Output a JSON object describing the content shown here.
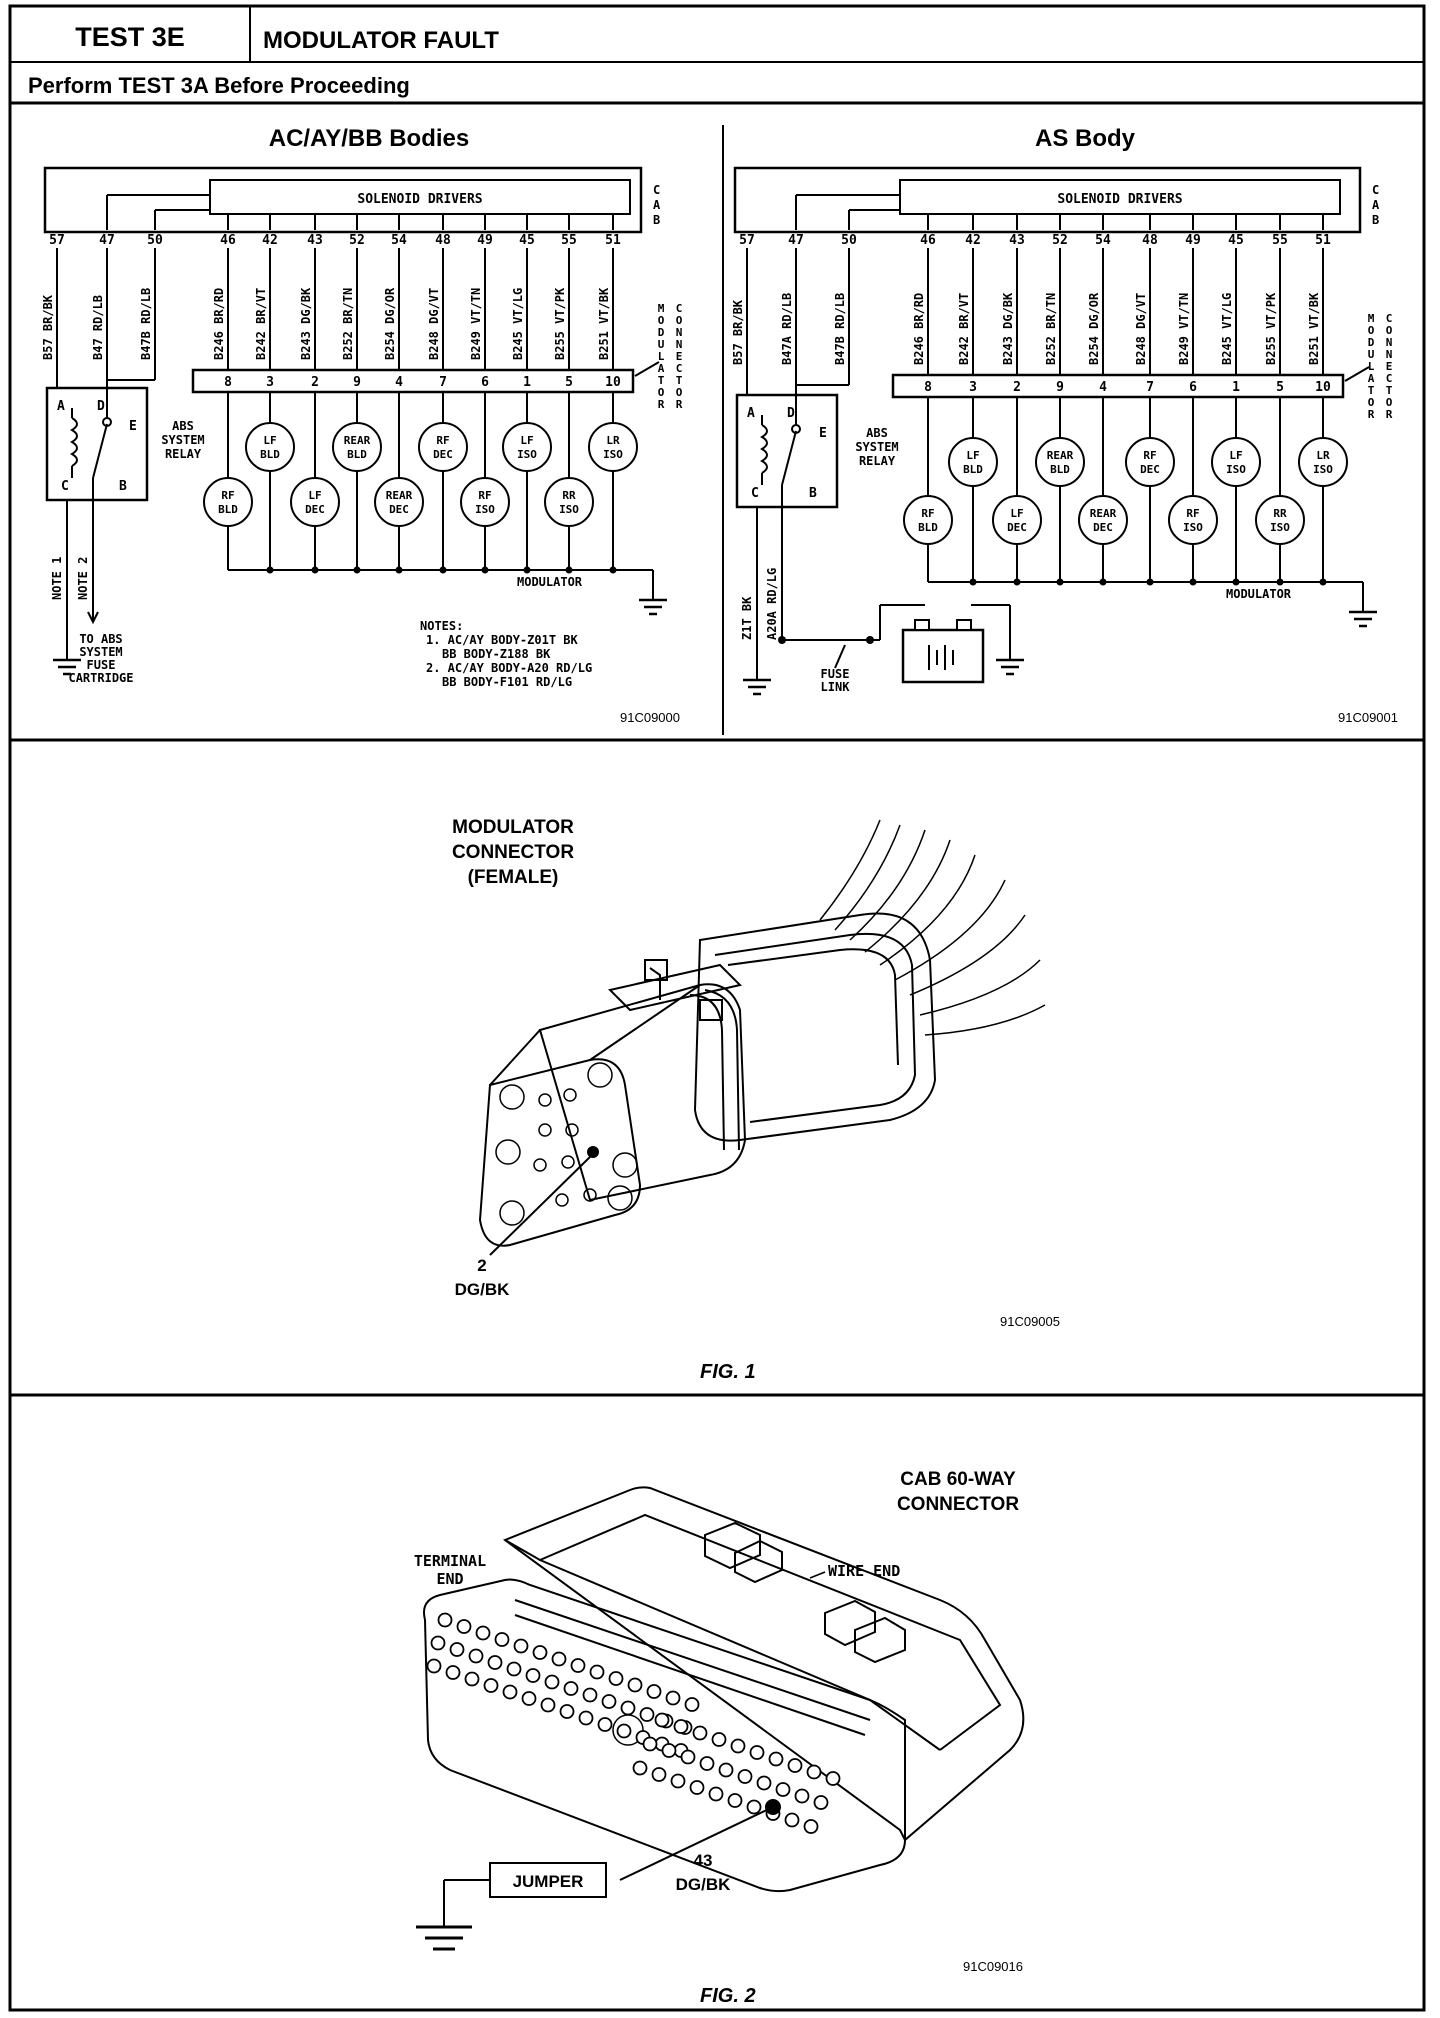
{
  "header": {
    "test_id": "TEST 3E",
    "title": "MODULATOR FAULT",
    "subtitle": "Perform TEST 3A Before Proceeding"
  },
  "schematics": [
    {
      "title": "AC/AY/BB Bodies",
      "cab_label": "SOLENOID DRIVERS",
      "cab_side": [
        "C",
        "A",
        "B"
      ],
      "cab_pins": [
        "57",
        "47",
        "50",
        "46",
        "42",
        "43",
        "52",
        "54",
        "48",
        "49",
        "45",
        "55",
        "51"
      ],
      "wires": [
        "B57 BR/BK",
        "B47 RD/LB",
        "B47B RD/LB",
        "B246 BR/RD",
        "B242 BR/VT",
        "B243 DG/BK",
        "B252 BR/TN",
        "B254 DG/OR",
        "B248 DG/VT",
        "B249 VT/TN",
        "B245 VT/LG",
        "B255 VT/PK",
        "B251 VT/BK"
      ],
      "modulator_pins": [
        "8",
        "3",
        "2",
        "9",
        "4",
        "7",
        "6",
        "1",
        "5",
        "10"
      ],
      "connector_side": [
        "M",
        "O",
        "D",
        "U",
        "L",
        "A",
        "T",
        "O",
        "R",
        " ",
        "C",
        "O",
        "N",
        "N",
        "E",
        "C",
        "T",
        "O",
        "R"
      ],
      "solenoids_top": [
        [
          "LF",
          "BLD"
        ],
        [
          "REAR",
          "BLD"
        ],
        [
          "RF",
          "DEC"
        ],
        [
          "LF",
          "ISO"
        ],
        [
          "LR",
          "ISO"
        ]
      ],
      "solenoids_bottom": [
        [
          "RF",
          "BLD"
        ],
        [
          "LF",
          "DEC"
        ],
        [
          "REAR",
          "DEC"
        ],
        [
          "RF",
          "ISO"
        ],
        [
          "RR",
          "ISO"
        ]
      ],
      "relay": {
        "pins": [
          "A",
          "D",
          "E",
          "C",
          "B"
        ],
        "label": [
          "ABS",
          "SYSTEM",
          "RELAY"
        ]
      },
      "left_wires": [
        "NOTE 1",
        "NOTE 2"
      ],
      "to_fuse": [
        "TO ABS",
        "SYSTEM",
        "FUSE",
        "CARTRIDGE"
      ],
      "modulator_label": "MODULATOR",
      "notes": [
        "NOTES:",
        "1. AC/AY BODY-Z01T BK",
        "BB BODY-Z188 BK",
        "2. AC/AY BODY-A20 RD/LG",
        "BB BODY-F101 RD/LG"
      ],
      "fig_id": "91C09000"
    },
    {
      "title": "AS Body",
      "cab_label": "SOLENOID DRIVERS",
      "cab_side": [
        "C",
        "A",
        "B"
      ],
      "cab_pins": [
        "57",
        "47",
        "50",
        "46",
        "42",
        "43",
        "52",
        "54",
        "48",
        "49",
        "45",
        "55",
        "51"
      ],
      "wires": [
        "B57 BR/BK",
        "B47A RD/LB",
        "B47B RD/LB",
        "B246 BR/RD",
        "B242 BR/VT",
        "B243 DG/BK",
        "B252 BR/TN",
        "B254 DG/OR",
        "B248 DG/VT",
        "B249 VT/TN",
        "B245 VT/LG",
        "B255 VT/PK",
        "B251 VT/BK"
      ],
      "modulator_pins": [
        "8",
        "3",
        "2",
        "9",
        "4",
        "7",
        "6",
        "1",
        "5",
        "10"
      ],
      "connector_side": [
        "M",
        "O",
        "D",
        "U",
        "L",
        "A",
        "T",
        "O",
        "R",
        " ",
        "C",
        "O",
        "N",
        "N",
        "E",
        "C",
        "T",
        "O",
        "R"
      ],
      "solenoids_top": [
        [
          "LF",
          "BLD"
        ],
        [
          "REAR",
          "BLD"
        ],
        [
          "RF",
          "DEC"
        ],
        [
          "LF",
          "ISO"
        ],
        [
          "LR",
          "ISO"
        ]
      ],
      "solenoids_bottom": [
        [
          "RF",
          "BLD"
        ],
        [
          "LF",
          "DEC"
        ],
        [
          "REAR",
          "DEC"
        ],
        [
          "RF",
          "ISO"
        ],
        [
          "RR",
          "ISO"
        ]
      ],
      "relay": {
        "pins": [
          "A",
          "D",
          "E",
          "C",
          "B"
        ],
        "label": [
          "ABS",
          "SYSTEM",
          "RELAY"
        ]
      },
      "left_wires": [
        "Z1T BK",
        "A20A RD/LG"
      ],
      "fuse_link": [
        "FUSE",
        "LINK"
      ],
      "modulator_label": "MODULATOR",
      "fig_id": "91C09001"
    }
  ],
  "fig1": {
    "title": [
      "MODULATOR",
      "CONNECTOR",
      "(FEMALE)"
    ],
    "callout": [
      "2",
      "DG/BK"
    ],
    "fig_id": "91C09005",
    "caption": "FIG. 1"
  },
  "fig2": {
    "title": [
      "CAB 60-WAY",
      "CONNECTOR"
    ],
    "terminal_end": [
      "TERMINAL",
      "END"
    ],
    "wire_end": "WIRE END",
    "jumper": "JUMPER",
    "callout": [
      "43",
      "DG/BK"
    ],
    "fig_id": "91C09016",
    "caption": "FIG. 2"
  }
}
